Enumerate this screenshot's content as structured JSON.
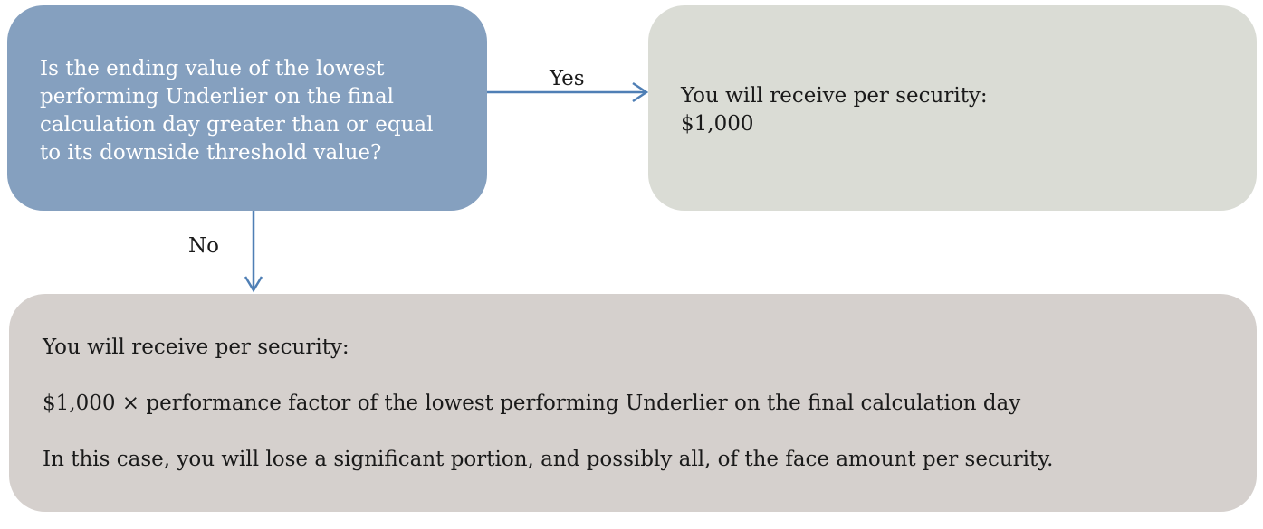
{
  "question": {
    "text": "Is the ending value of the lowest performing Underlier on the final calculation day greater than or equal to its downside threshold value?"
  },
  "yes_branch": {
    "label": "Yes",
    "line1": "You will receive per security:",
    "line2": "$1,000"
  },
  "no_branch": {
    "label": "No",
    "line1": "You will receive per security:",
    "line2": "$1,000 × performance factor of the lowest performing Underlier on the final calculation day",
    "line3": "In this case, you will lose a significant portion, and possibly all, of the face amount per security."
  },
  "colors": {
    "question_fill": "#85a0bf",
    "yes_fill": "#dadcd5",
    "no_fill": "#d5d0cd",
    "arrow": "#4f7fb5"
  }
}
